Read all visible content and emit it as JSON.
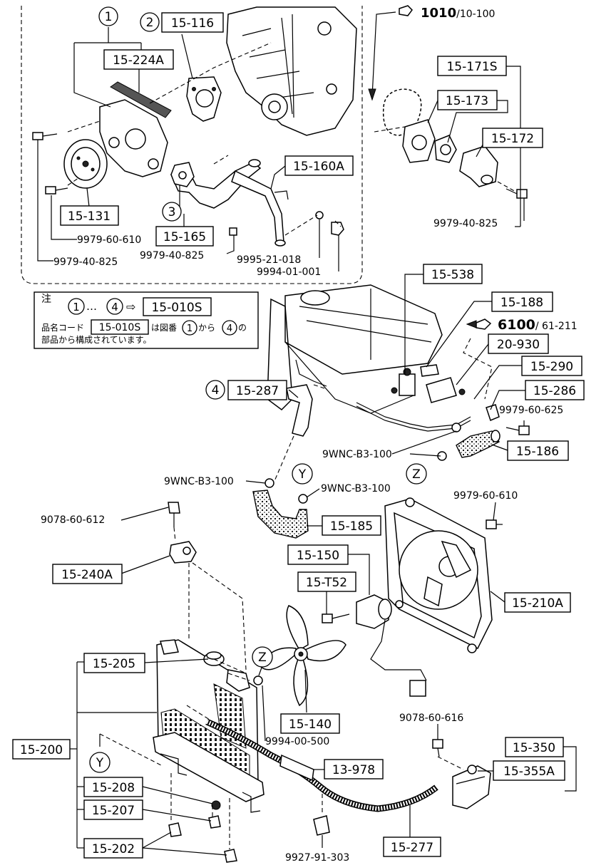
{
  "header": {
    "ref_code": "1010",
    "ref_sub": "/10-100"
  },
  "ref_6100": {
    "code": "6100",
    "sub": "/ 61-211"
  },
  "note": {
    "title": "注",
    "line1_circle1": "1",
    "line1_dots": "…",
    "line1_circle4": "4",
    "line1_arrow": "⇨",
    "line1_box": "15-010S",
    "line2_prefix": "品名コード",
    "line2_box": "15-010S",
    "line2_mid": "は図番",
    "line2_circle1": "1",
    "line2_kara": "から",
    "line2_circle4": "4",
    "line2_no": "の",
    "line3": "部品から構成されています。"
  },
  "callouts": {
    "c1": "1",
    "c2": "2",
    "c3": "3",
    "c4": "4",
    "y_top": "Y",
    "z_top": "Z",
    "z_mid": "Z",
    "y_bottom": "Y"
  },
  "boxed_labels": {
    "p15_116": "15-116",
    "p15_224A": "15-224A",
    "p15_131": "15-131",
    "p15_165": "15-165",
    "p15_160A": "15-160A",
    "p15_171S": "15-171S",
    "p15_173": "15-173",
    "p15_172": "15-172",
    "p15_538": "15-538",
    "p15_188": "15-188",
    "p20_930": "20-930",
    "p15_290": "15-290",
    "p15_286": "15-286",
    "p15_287": "15-287",
    "p15_186": "15-186",
    "p15_185": "15-185",
    "p15_240A": "15-240A",
    "p15_150": "15-150",
    "p15_T52": "15-T52",
    "p15_210A": "15-210A",
    "p15_205": "15-205",
    "p15_140": "15-140",
    "p15_200": "15-200",
    "p13_978": "13-978",
    "p15_208": "15-208",
    "p15_207": "15-207",
    "p15_202": "15-202",
    "p15_277": "15-277",
    "p15_350": "15-350",
    "p15_355A": "15-355A"
  },
  "part_numbers": {
    "n9979_60_610a": "9979-60-610",
    "n9979_40_825a": "9979-40-825",
    "n9979_40_825b": "9979-40-825",
    "n9995_21_018": "9995-21-018",
    "n9994_01_001": "9994-01-001",
    "n9979_40_825c": "9979-40-825",
    "n9979_60_625": "9979-60-625",
    "n9WNC_B3_100a": "9WNC-B3-100",
    "n9WNC_B3_100b": "9WNC-B3-100",
    "n9WNC_B3_100c": "9WNC-B3-100",
    "n9078_60_612": "9078-60-612",
    "n9979_60_610b": "9979-60-610",
    "n9078_60_616": "9078-60-616",
    "n9994_00_500": "9994-00-500",
    "n9927_91_303": "9927-91-303"
  }
}
